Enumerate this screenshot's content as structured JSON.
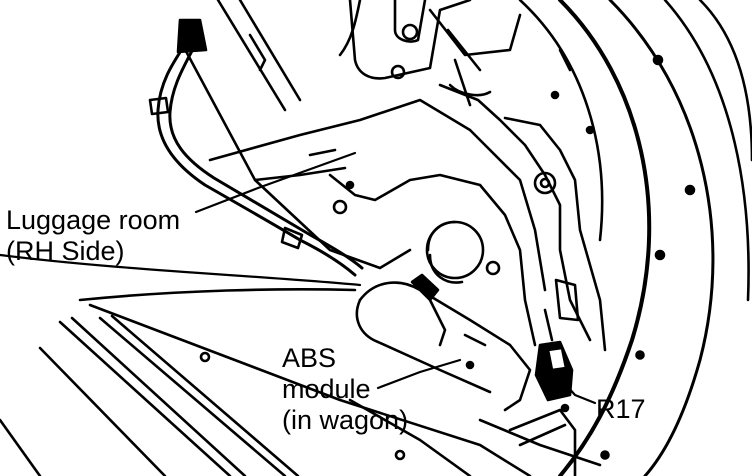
{
  "labels": {
    "luggage_room": {
      "line1": "Luggage room",
      "line2": "(RH Side)"
    },
    "abs_module": {
      "line1": "ABS",
      "line2": "module",
      "line3": "(in wagon)"
    },
    "connector": "R17"
  },
  "colors": {
    "ink": "#000000",
    "paper": "#ffffff"
  }
}
